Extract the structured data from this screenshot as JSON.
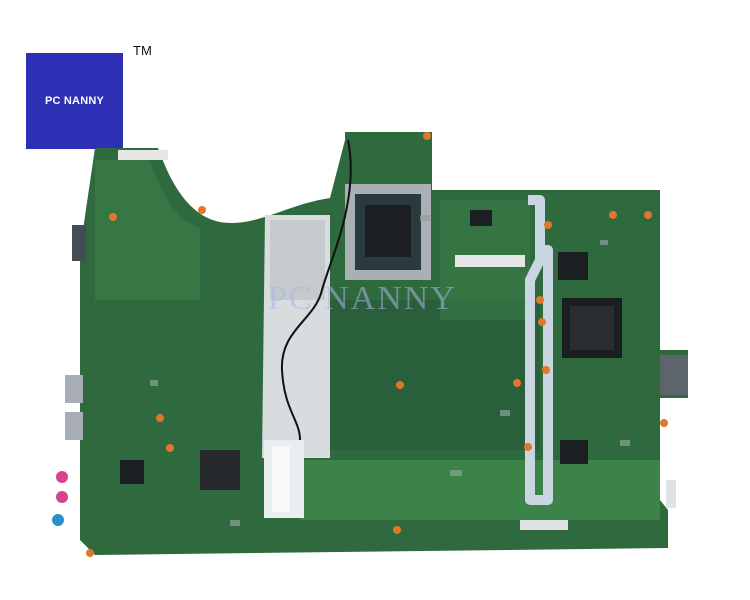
{
  "logo": {
    "text": "PC NANNY",
    "trademark": "TM"
  },
  "watermark": {
    "text": "PC  NANNY"
  },
  "colors": {
    "logo_background": "#2d2fb4",
    "board": "#2f6a3e",
    "board_light": "#3f8a4c",
    "heatsink": "#d8dcdf",
    "chip": "#1c1f22"
  }
}
